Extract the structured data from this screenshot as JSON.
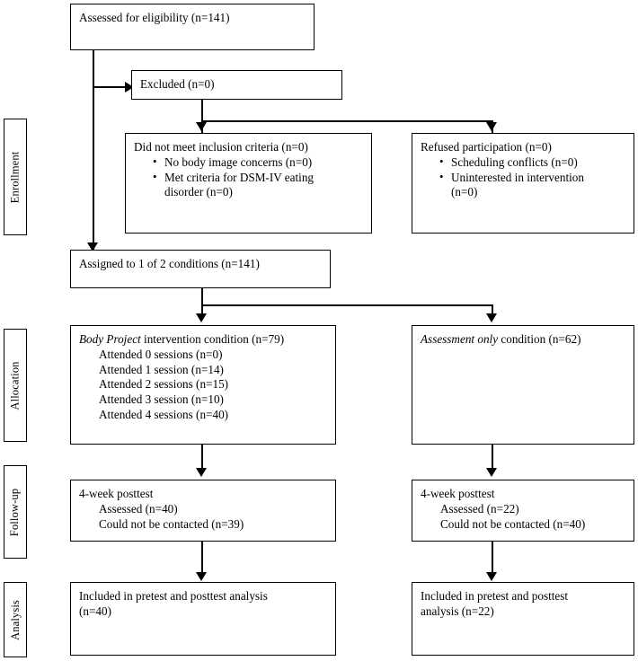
{
  "diagram": {
    "title": "CONSORT participant flow diagram",
    "line_color": "#000000",
    "background_color": "#ffffff"
  },
  "phases": [
    {
      "id": "enrollment",
      "label": "Enrollment"
    },
    {
      "id": "allocation",
      "label": "Allocation"
    },
    {
      "id": "followup",
      "label": "Follow-up"
    },
    {
      "id": "analysis",
      "label": "Analysis"
    }
  ],
  "boxes": {
    "assessed": {
      "id": "assessed-for-eligibility",
      "line1": "Assessed for eligibility (n=141)"
    },
    "excluded": {
      "id": "excluded",
      "line1": "Excluded (n=0)"
    },
    "not_meet_criteria": {
      "id": "did-not-meet-inclusion-criteria",
      "heading": "Did not meet inclusion criteria (n=0)",
      "bullets": [
        {
          "text": "No body image concerns (n=0)",
          "cont": ""
        },
        {
          "text": "Met criteria for DSM-IV eating",
          "cont": "disorder (n=0)"
        }
      ]
    },
    "refused": {
      "id": "refused-participation",
      "heading": "Refused participation (n=0)",
      "bullets": [
        {
          "text": "Scheduling conflicts (n=0)",
          "cont": ""
        },
        {
          "text": "Uninterested in intervention",
          "cont": "(n=0)"
        }
      ]
    },
    "assigned": {
      "id": "assigned-to-conditions",
      "line1": "Assigned to 1 of 2 conditions (n=141)"
    },
    "alloc_intervention": {
      "id": "body-project-intervention-condition",
      "heading_italic": "Body Project",
      "heading_rest": " intervention condition (n=79)",
      "rows": [
        "Attended 0 sessions (n=0)",
        "Attended 1 session (n=14)",
        "Attended 2 sessions (n=15)",
        "Attended 3 session (n=10)",
        "Attended 4 sessions (n=40)"
      ]
    },
    "alloc_control": {
      "id": "assessment-only-condition",
      "heading_italic": "Assessment only",
      "heading_rest": " condition (n=62)",
      "rows": []
    },
    "followup_intervention": {
      "id": "followup-intervention-4-week-posttest",
      "heading": "4-week posttest",
      "rows": [
        "Assessed (n=40)",
        "Could not be contacted (n=39)"
      ]
    },
    "followup_control": {
      "id": "followup-control-4-week-posttest",
      "heading": "4-week posttest",
      "rows": [
        "Assessed (n=22)",
        "Could not be contacted (n=40)"
      ]
    },
    "analysis_intervention": {
      "id": "analysis-intervention-included",
      "line1": "Included in pretest and posttest analysis",
      "line2": "(n=40)"
    },
    "analysis_control": {
      "id": "analysis-control-included",
      "line1": "Included in pretest and posttest",
      "line2": "analysis (n=22)"
    }
  }
}
